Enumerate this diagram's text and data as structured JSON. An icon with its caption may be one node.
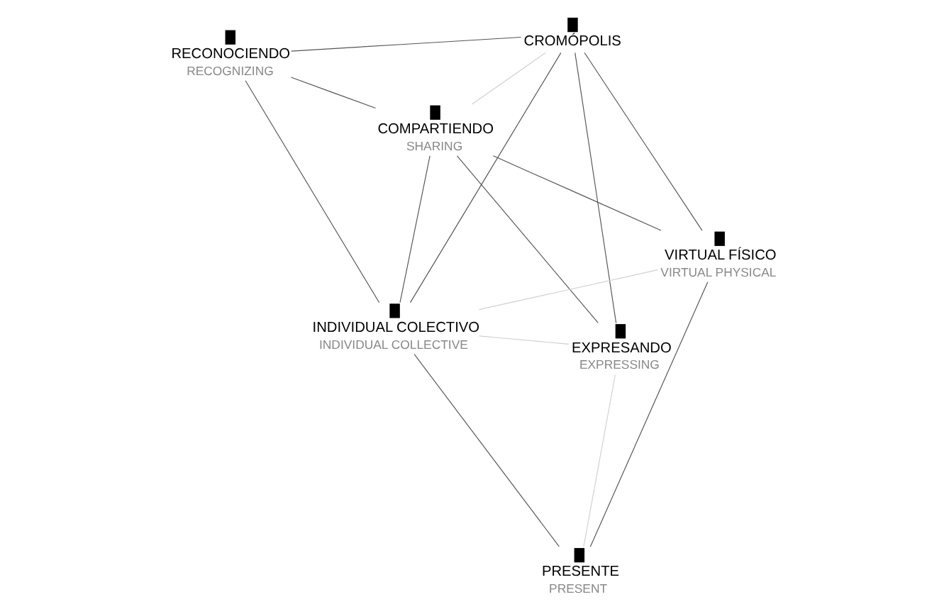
{
  "diagram": {
    "nodes": [
      {
        "text": [
          "PRESENTE",
          "PRESENT"
        ]
      },
      {
        "text": [
          "EXPRESANDO",
          "EXPRESSING"
        ]
      },
      {
        "text": [
          "INDIVIDUAL COLECTIVO",
          "INDIVIDUAL COLLECTIVE"
        ]
      },
      {
        "text": [
          "CROMÓPOLIS"
        ]
      },
      {
        "text": [
          "VIRTUAL FÍSICO",
          "VIRTUAL PHYSICAL"
        ]
      },
      {
        "text": [
          "RECONOCIENDO",
          "RECOGNIZING"
        ]
      },
      {
        "text": [
          "COMPARTIENDO",
          "SHARING"
        ]
      }
    ],
    "edges": [
      {
        "from": 0,
        "to": 1,
        "arrow": "none",
        "color": "#d0d0d0"
      },
      {
        "from": 0,
        "to": 2,
        "arrow": "none"
      },
      {
        "from": 0,
        "to": 4,
        "arrow": "none"
      },
      {
        "from": 1,
        "to": 3,
        "arrow": "none"
      },
      {
        "from": 1,
        "to": 2,
        "arrow": "none",
        "color": "#d0d0d0"
      },
      {
        "from": 1,
        "to": 6,
        "arrow": "none"
      },
      {
        "from": 2,
        "to": 3,
        "arrow": "none"
      },
      {
        "from": 2,
        "to": 5,
        "arrow": "none"
      },
      {
        "from": 2,
        "to": 4,
        "arrow": "none",
        "color": "#d0d0d0"
      },
      {
        "from": 2,
        "to": 6,
        "arrow": "none"
      },
      {
        "from": 3,
        "to": 4,
        "arrow": "none"
      },
      {
        "from": 3,
        "to": 6,
        "arrow": "none",
        "color": "#d0d0d0"
      },
      {
        "from": 3,
        "to": 5,
        "arrow": "none"
      },
      {
        "from": 4,
        "to": 6,
        "arrow": "none"
      },
      {
        "from": 6,
        "to": 5,
        "arrow": "none"
      }
    ]
  }
}
